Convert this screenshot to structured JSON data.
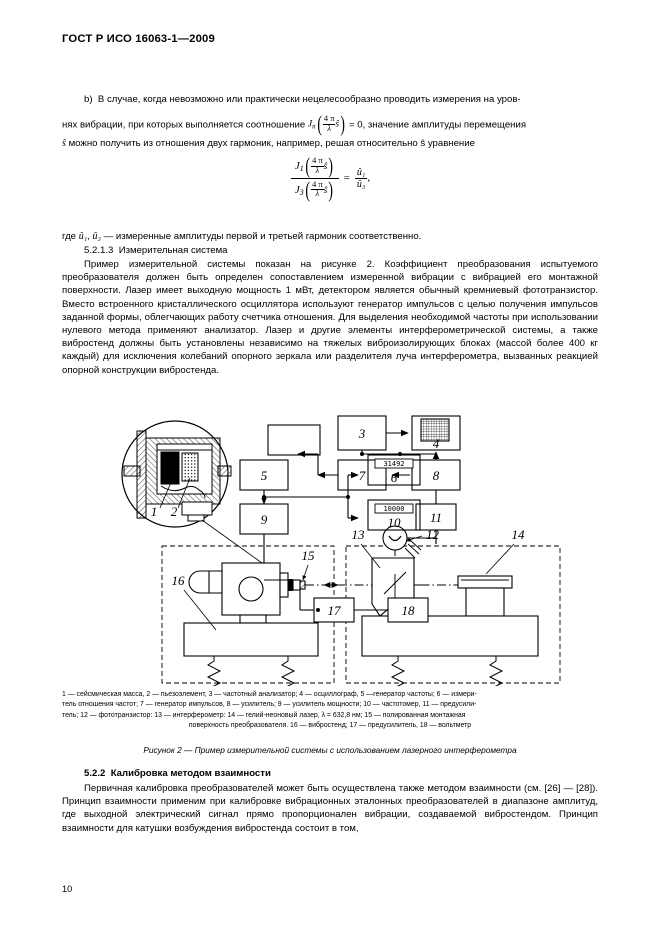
{
  "document": {
    "header": "ГОСТ Р ИСО 16063-1—2009",
    "page_number": "10"
  },
  "paragraphs": {
    "item_b_label": "b)",
    "item_b_part1": "В случае, когда невозможно или практически нецелесообразно проводить измерения на уров-",
    "item_b_part2_pre": "нях вибрации, при которых выполняется соотношение",
    "item_b_part2_post": "= 0,  значение амплитуды перемещения",
    "item_b_part3": "можно получить из отношения двух гармоник, например, решая относительно ŝ уравнение",
    "where_line": "— измеренные амплитуды первой и третьей гармоник соответственно.",
    "where_prefix": "где",
    "clause_number": "5.2.1.3",
    "clause_title": "Измерительная система",
    "main_paragraph": "Пример измерительной системы показан на рисунке 2. Коэффициент преобразования испытуемого преобразователя должен быть определен сопоставлением измеренной вибрации с вибрацией его монтажной поверхности. Лазер имеет выходную мощность 1 мВт, детектором является обычный кремниевый фототранзистор. Вместо встроенного кристаллического осциллятора используют генератор импульсов с целью получения импульсов заданной формы, облегчающих работу счетчика отношения. Для выделения необходимой частоты при использовании нулевого метода применяют анализатор. Лазер и другие элементы интерферометрической системы, а также вибростенд должны быть установлены независимо на тяжелых виброизолирующих блоках (массой более 400 кг каждый) для исключения колебаний опорного зеркала или разделителя луча интерферометра, вызванных реакцией опорной конструкции вибростенда.",
    "section_522_number": "5.2.2",
    "section_522_title": "Калибровка методом взаимности",
    "section_522_paragraph": "Первичная калибровка преобразователей может быть осуществлена также методом взаимности (см. [26] — [28]). Принцип взаимности применим при калибровке вибрационных эталонных преобразователей в диапазоне амплитуд, где выходной электрический сигнал прямо пропорционален вибрации, создаваемой вибростендом. Принцип взаимности для катушки возбуждения вибростенда состоит в том,"
  },
  "equation": {
    "J": "J",
    "sub1": "1",
    "sub3": "3",
    "subn": "n",
    "numerator_frac_num": "4 π",
    "numerator_frac_den": "λ",
    "s_hat": "ŝ",
    "equals": "=",
    "u_hat": "û",
    "ratio_num_sub": "1",
    "ratio_den_sub": "3",
    "trailing_comma": ",",
    "u1": "û₁",
    "u3": "û₃"
  },
  "figure": {
    "caption": "Рисунок 2 — Пример измерительной системы с использованием лазерного интерферометра",
    "block_labels": {
      "b3": "3",
      "b4": "4",
      "b5": "5",
      "b6": "6",
      "b7": "7",
      "b8": "8",
      "b9": "9",
      "b10": "10",
      "b11": "11",
      "b17": "17",
      "b18": "18"
    },
    "callouts": {
      "c1": "1",
      "c2": "2",
      "c12": "12",
      "c13": "13",
      "c14": "14",
      "c15": "15",
      "c16": "16"
    },
    "displays": {
      "counter6": "31492",
      "counter10": "10000"
    },
    "legend_lines": [
      "1 — сейсмическая масса, 2 — пьезоэлемент, 3 — частотный анализатор; 4 — осциллограф, 5 —генератор частоты; 6 —  измери-",
      "тель отношения частот; 7 — генератор импульсов, 8 — усилитель; 9 — усилитель мощности; 10 — частотомер, 11 — предусили-",
      "тель; 12 — фототранзистор: 13 — интерферометр: 14 — гелий-неоновый лазер, λ = 632,8 нм; 15 — полированная монтажная",
      "поверхность преобразователя. 16 — вибростенд; 17 — предусилитель, 18 — вольтметр"
    ]
  },
  "colors": {
    "text": "#000000",
    "background": "#ffffff",
    "line": "#000000"
  }
}
